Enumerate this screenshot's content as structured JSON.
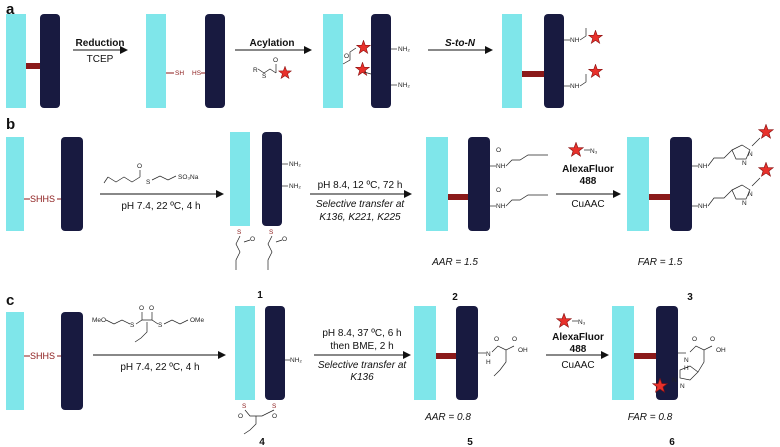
{
  "colors": {
    "light_chain": "#7fe6ea",
    "heavy_chain": "#181a40",
    "linker": "#8b1a1a",
    "star": "#e8312b"
  },
  "panels": {
    "a": {
      "label": "a",
      "step1_top": "Reduction",
      "step1_bottom": "TCEP",
      "step2_top": "Acylation",
      "step3_top": "S-to-N",
      "sh": "SH",
      "hs": "HS",
      "nh2": "NH₂",
      "nh": "NH",
      "r": "R",
      "s": "S",
      "o": "O"
    },
    "b": {
      "label": "b",
      "shhs": "SHHS",
      "step1_bottom": "pH 7.4, 22 ºC, 4 h",
      "step2_top": "pH 8.4, 12 ºC, 72 h",
      "step2_bottom1": "Selective transfer at",
      "step2_bottom2": "K136, K221, K225",
      "step3_top1": "AlexaFluor",
      "step3_top2": "488",
      "step3_bottom": "CuAAC",
      "reagent_salt": "SO₃Na",
      "azide": "N₃",
      "nh2": "NH₂",
      "nh": "NH",
      "n": "N",
      "o": "O",
      "s": "S",
      "aar": "AAR = 1.5",
      "far": "FAR = 1.5",
      "cmpd1": "1",
      "cmpd2": "2",
      "cmpd3": "3"
    },
    "c": {
      "label": "c",
      "shhs": "SHHS",
      "step1_bottom": "pH 7.4, 22 ºC, 4 h",
      "step2_top1": "pH 8.4, 37 ºC, 6 h",
      "step2_top2": "then BME, 2 h",
      "step2_bottom1": "Selective transfer at",
      "step2_bottom2": "K136",
      "step3_top1": "AlexaFluor",
      "step3_top2": "488",
      "step3_bottom": "CuAAC",
      "meo": "MeO",
      "ome": "OMe",
      "azide": "N₃",
      "nh2": "NH₂",
      "oh": "OH",
      "n": "N",
      "h": "H",
      "o": "O",
      "s": "S",
      "aar": "AAR = 0.8",
      "far": "FAR = 0.8",
      "cmpd4": "4",
      "cmpd5": "5",
      "cmpd6": "6"
    }
  }
}
